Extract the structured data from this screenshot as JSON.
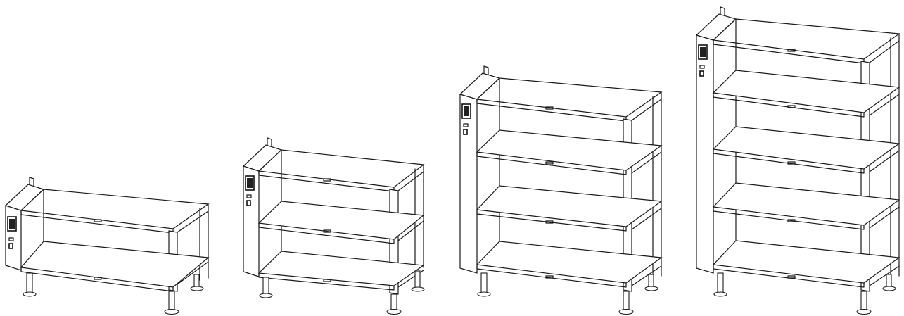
{
  "figure": {
    "units": [
      {
        "id": "unit-1",
        "shelves": 2
      },
      {
        "id": "unit-2",
        "shelves": 3
      },
      {
        "id": "unit-3",
        "shelves": 4
      },
      {
        "id": "unit-4",
        "shelves": 5
      }
    ],
    "colors": {
      "line": "#1a1a1a",
      "background": "#ffffff"
    }
  }
}
